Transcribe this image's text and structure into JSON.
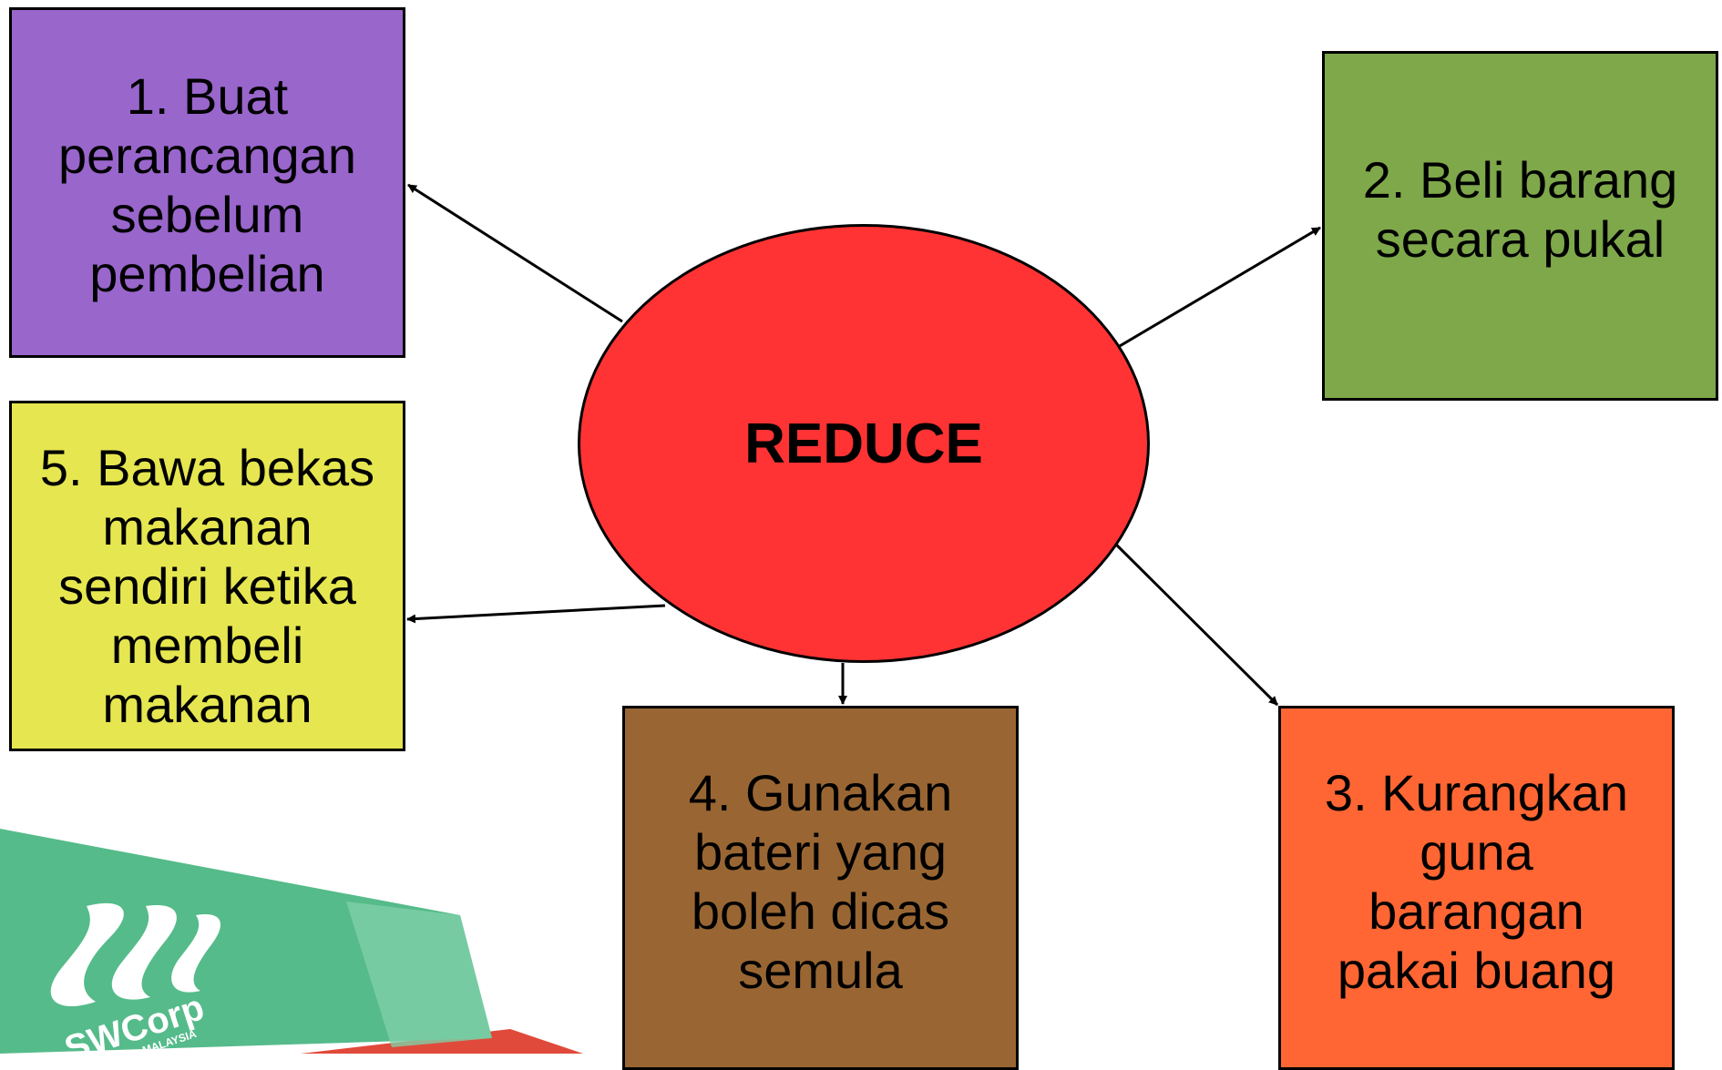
{
  "center": {
    "label": "REDUCE",
    "color": "#ff3333"
  },
  "boxes": [
    {
      "label": "1. Buat perancangan sebelum pembelian",
      "lines": [
        "1. Buat",
        "perancangan",
        "sebelum",
        "pembelian"
      ],
      "color": "#9966cc"
    },
    {
      "label": "2. Beli barang secara pukal",
      "lines": [
        "2. Beli barang",
        "secara pukal"
      ],
      "color": "#7ea84a"
    },
    {
      "label": "3. Kurangkan guna barangan pakai buang",
      "lines": [
        "3. Kurangkan",
        "guna",
        "barangan",
        "pakai buang"
      ],
      "color": "#ff6633"
    },
    {
      "label": "4. Gunakan bateri yang boleh dicas semula",
      "lines": [
        "4. Gunakan",
        "bateri yang",
        "boleh dicas",
        "semula"
      ],
      "color": "#996633"
    },
    {
      "label": "5. Bawa bekas makanan sendiri ketika membeli makanan",
      "lines": [
        "5. Bawa bekas",
        "makanan",
        "sendiri ketika",
        "membeli",
        "makanan"
      ],
      "color": "#e6e650"
    }
  ],
  "logo": {
    "name": "SWCorp",
    "subtext": "MALAYSIA",
    "icon": "swcorp-logo-icon",
    "band_color": "#55bb8a",
    "accent_color": "#e04a3a"
  }
}
